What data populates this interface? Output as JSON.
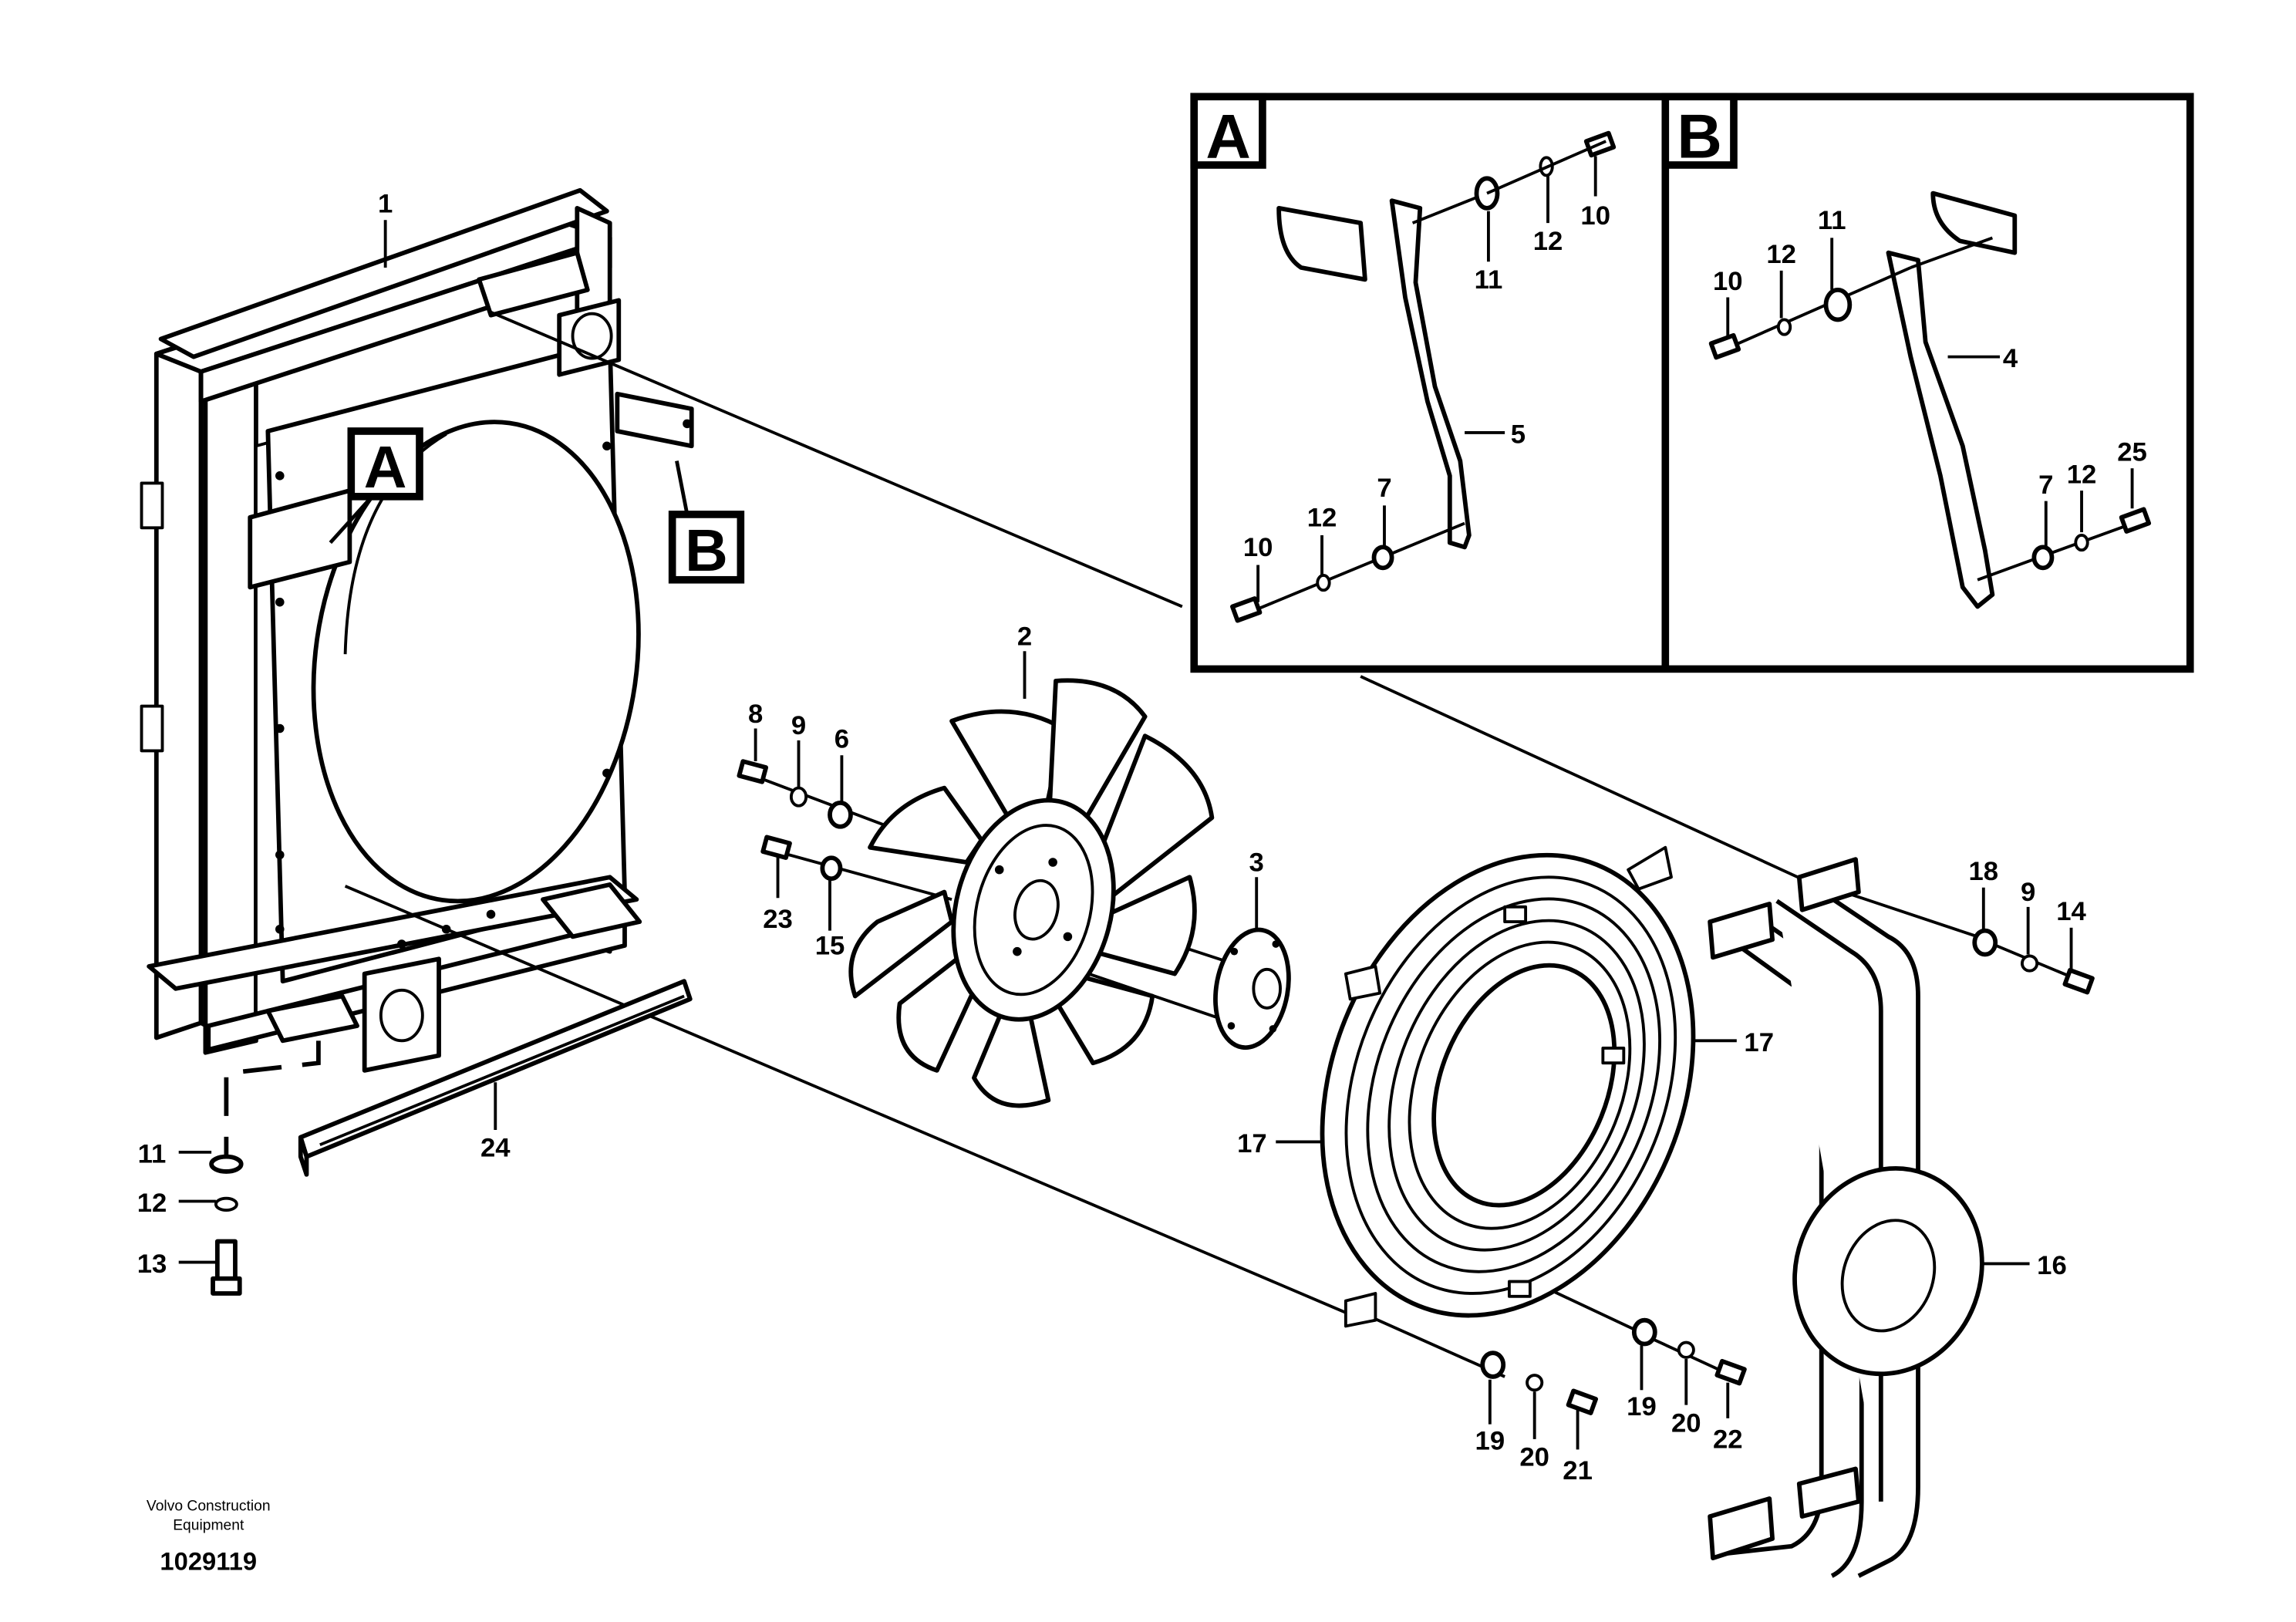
{
  "detail_boxes": {
    "a": "A",
    "b": "B"
  },
  "callouts": {
    "radiator_a": "A",
    "radiator_b": "B"
  },
  "labels": {
    "p1": "1",
    "p2": "2",
    "p3": "3",
    "p6": "6",
    "p8": "8",
    "p9_fan": "9",
    "p23": "23",
    "p15": "15",
    "p24": "24",
    "p11_main": "11",
    "p12_main": "12",
    "p13": "13",
    "p17_right": "17",
    "p17_left": "17",
    "p16": "16",
    "p18": "18",
    "p9_guard": "9",
    "p14": "14",
    "p19_a": "19",
    "p20_a": "20",
    "p21": "21",
    "p19_b": "19",
    "p20_b": "20",
    "p22": "22",
    "a_p10_top": "10",
    "a_p11": "11",
    "a_p12_top": "12",
    "a_p5": "5",
    "a_p10_bot": "10",
    "a_p12_bot": "12",
    "a_p7": "7",
    "b_p11": "11",
    "b_p10": "10",
    "b_p12_top": "12",
    "b_p4": "4",
    "b_p7": "7",
    "b_p12_bot": "12",
    "b_p25": "25"
  },
  "footer": {
    "company_line1": "Volvo Construction",
    "company_line2": "Equipment",
    "drawing_number": "1029119"
  }
}
